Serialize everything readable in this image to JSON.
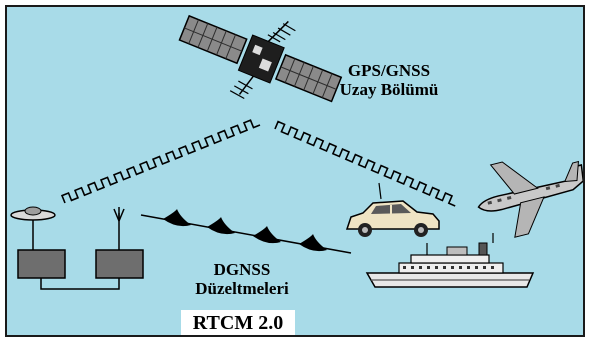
{
  "labels": {
    "space_segment_line1": "GPS/GNSS",
    "space_segment_line2": "Uzay Bölümü",
    "corrections_line1": "DGNSS",
    "corrections_line2": "Düzeltmeleri",
    "protocol": "RTCM 2.0"
  },
  "icons": [
    "satellite-icon",
    "gnss-antenna-icon",
    "radio-mast-icon",
    "reference-receiver-icon",
    "radio-transmitter-icon",
    "car-icon",
    "airplane-icon",
    "ship-icon"
  ],
  "colors": {
    "background": "#a8dbe8",
    "frame": "#1a1a1a",
    "signal_line": "#000000",
    "receiver_box": "#6e6e6e",
    "car_body": "#efe4c4"
  }
}
